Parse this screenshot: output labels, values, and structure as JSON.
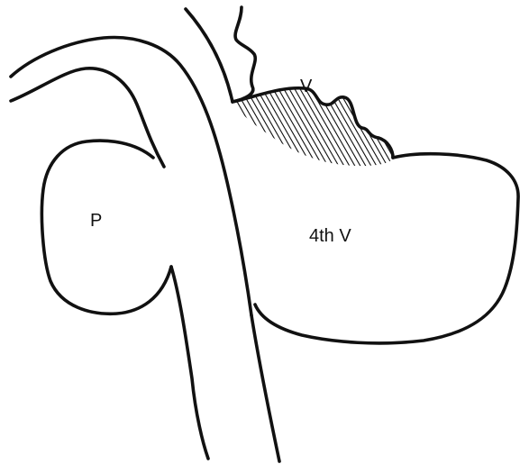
{
  "labels": {
    "pons": "P",
    "vermis": "V",
    "fourth_ventricle": "4th V"
  },
  "colors": {
    "line": "#111111",
    "background": "#ffffff"
  }
}
